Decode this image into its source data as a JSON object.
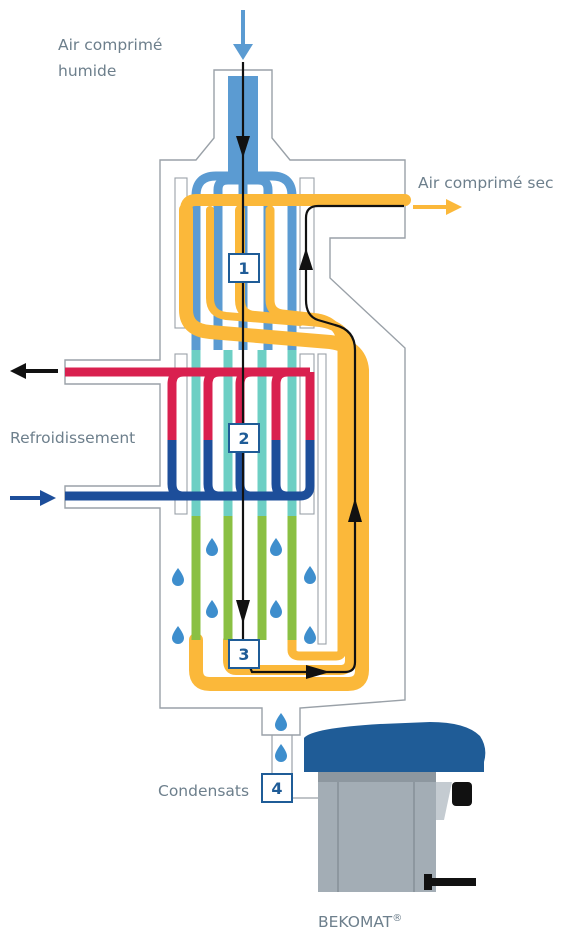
{
  "labels": {
    "air_in_line1": "Air comprimé",
    "air_in_line2": "humide",
    "air_out": "Air comprimé sec",
    "cooling": "Refroidissement",
    "condensate": "Condensats",
    "drain_device": "BEKOMAT",
    "drain_device_mark": "®"
  },
  "badges": [
    "1",
    "2",
    "3",
    "4"
  ],
  "colors": {
    "warm_air": "#fbb83a",
    "moist_air": "#5b9bd2",
    "coolant_hot": "#d9204f",
    "coolant_cold": "#1d4e9a",
    "pipe_cool": "#6dcfc4",
    "condensing": "#8ac043",
    "droplet": "#3e8ecd",
    "housing_line": "#9aa1a8",
    "badge_text": "#1f5c97",
    "label_text": "#6d7f8c",
    "drain_body": "#a3adb5",
    "drain_lid": "#1f5c97"
  },
  "icons": [
    "droplet-icon",
    "arrow-icon"
  ]
}
